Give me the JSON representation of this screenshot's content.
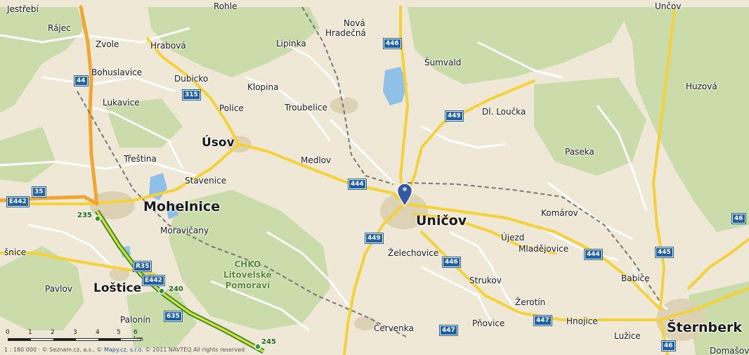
{
  "map": {
    "places": [
      {
        "name": "Jestřebí",
        "kind": "village"
      },
      {
        "name": "Rájec",
        "kind": "village"
      },
      {
        "name": "Zvole",
        "kind": "village"
      },
      {
        "name": "Hrabová",
        "kind": "village"
      },
      {
        "name": "Bohuslavice",
        "kind": "village"
      },
      {
        "name": "Dubicko",
        "kind": "village"
      },
      {
        "name": "Lukavice",
        "kind": "village"
      },
      {
        "name": "Třeština",
        "kind": "village"
      },
      {
        "name": "Stavenice",
        "kind": "village"
      },
      {
        "name": "Mohelnice",
        "kind": "city"
      },
      {
        "name": "Moravičany",
        "kind": "village"
      },
      {
        "name": "šnice",
        "kind": "village"
      },
      {
        "name": "Pavlov",
        "kind": "village"
      },
      {
        "name": "Loštice",
        "kind": "town"
      },
      {
        "name": "Palonín",
        "kind": "village"
      },
      {
        "name": "Police",
        "kind": "village"
      },
      {
        "name": "Úsov",
        "kind": "town"
      },
      {
        "name": "Klopina",
        "kind": "village"
      },
      {
        "name": "Lipinka",
        "kind": "village"
      },
      {
        "name": "Troubelice",
        "kind": "village"
      },
      {
        "name": "Medlov",
        "kind": "village"
      },
      {
        "name": "Nová",
        "kind": "village"
      },
      {
        "name": "Hradečná",
        "kind": "village"
      },
      {
        "name": "Šumvald",
        "kind": "village"
      },
      {
        "name": "Dl. Loučka",
        "kind": "village"
      },
      {
        "name": "Paseka",
        "kind": "village"
      },
      {
        "name": "Huzová",
        "kind": "village"
      },
      {
        "name": "Uničov",
        "kind": "city"
      },
      {
        "name": "Želechovice",
        "kind": "village"
      },
      {
        "name": "Újezd",
        "kind": "village"
      },
      {
        "name": "Komárov",
        "kind": "village"
      },
      {
        "name": "Mladějovice",
        "kind": "village"
      },
      {
        "name": "Strukov",
        "kind": "village"
      },
      {
        "name": "Žerotín",
        "kind": "village"
      },
      {
        "name": "Červenka",
        "kind": "village"
      },
      {
        "name": "Pňovice",
        "kind": "village"
      },
      {
        "name": "Hnojice",
        "kind": "village"
      },
      {
        "name": "Babice",
        "kind": "village"
      },
      {
        "name": "Lužice",
        "kind": "village"
      },
      {
        "name": "Šternberk",
        "kind": "city"
      },
      {
        "name": "Domašov",
        "kind": "village"
      },
      {
        "name": "Rohle",
        "kind": "village"
      },
      {
        "name": "Unčov",
        "kind": "village"
      }
    ],
    "chko_label": [
      "CHKO",
      "Litovelské",
      "Pomoraví"
    ],
    "road_shields": [
      "44",
      "315",
      "35",
      "E442",
      "R35",
      "E442",
      "635",
      "446",
      "449",
      "444",
      "449",
      "446",
      "447",
      "447",
      "444",
      "445",
      "46",
      "46"
    ],
    "exits": [
      "235",
      "240",
      "245"
    ],
    "scale": {
      "ticks": [
        "0",
        "1",
        "2",
        "3",
        "4",
        "5",
        "6 km"
      ]
    },
    "copyright": {
      "prefix": "1 : 180 000 · © Seznam.cz, a.s., ©",
      "link": "Mapy.cz, s.r.o.",
      "suffix": "© 2011 NAVTEQ All rights reserved"
    },
    "colors": {
      "land": "#efe8d6",
      "forest": "#c9dcaa",
      "water": "#8fc1e8",
      "main_road": "#f3d23a",
      "motorway": "#f0a630",
      "highway_green": "#2e9a2e",
      "shield": "#1f5fa8",
      "pin": "#3457a8"
    },
    "marker_icon": "location-pin-icon"
  }
}
